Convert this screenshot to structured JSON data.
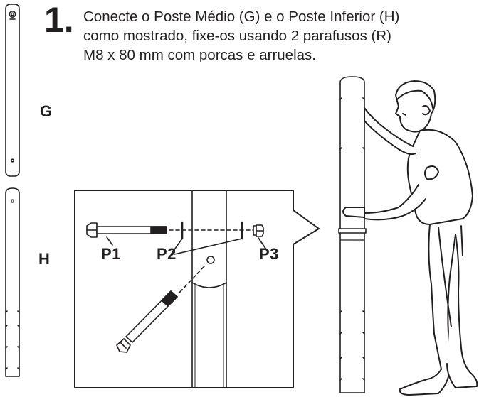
{
  "step": {
    "number": "1.",
    "lines": [
      "Conecte o Poste Médio (G) e o Poste Inferior (H)",
      "como mostrado, fixe-os usando 2 parafusos (R)",
      "M8 x 80 mm com porcas e arruelas."
    ]
  },
  "poles": {
    "middle_label": "G",
    "lower_label": "H"
  },
  "detail": {
    "bolt_label": "P1",
    "washer_label": "P2",
    "nut_label": "P3"
  }
}
